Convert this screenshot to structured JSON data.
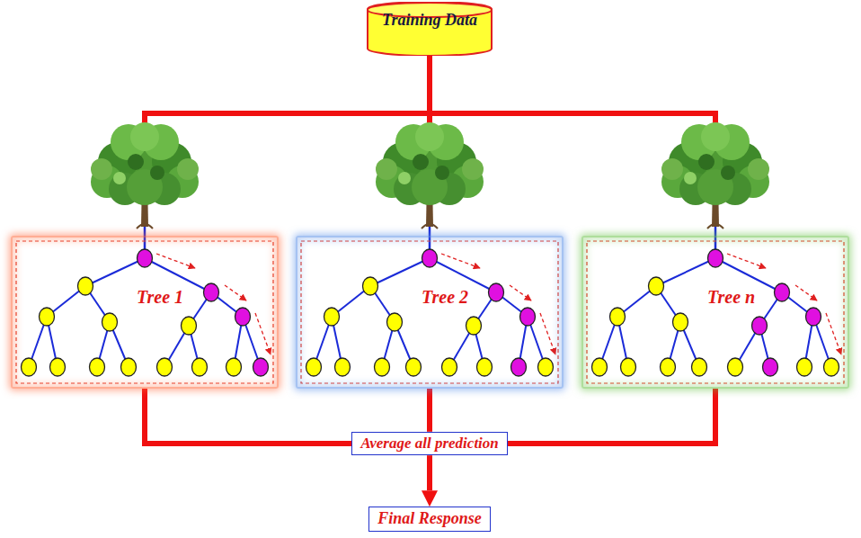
{
  "diagram": {
    "nodes": [
      {
        "text": [
          "Training Data"
        ]
      },
      {
        "text": [
          "Tree 1"
        ]
      },
      {
        "text": [
          "Tree 2"
        ]
      },
      {
        "text": [
          "Tree n"
        ]
      },
      {
        "text": [
          "Average all prediction"
        ]
      },
      {
        "text": [
          "Final Response"
        ]
      }
    ],
    "edges": [
      {
        "from": 0,
        "to": 1,
        "arrow": "none"
      },
      {
        "from": 0,
        "to": 2,
        "arrow": "none"
      },
      {
        "from": 0,
        "to": 3,
        "arrow": "none"
      },
      {
        "from": 1,
        "to": 4,
        "arrow": "none"
      },
      {
        "from": 2,
        "to": 4,
        "arrow": "none"
      },
      {
        "from": 3,
        "to": 4,
        "arrow": "none"
      },
      {
        "from": 4,
        "to": 5,
        "arrow": "to"
      }
    ]
  }
}
